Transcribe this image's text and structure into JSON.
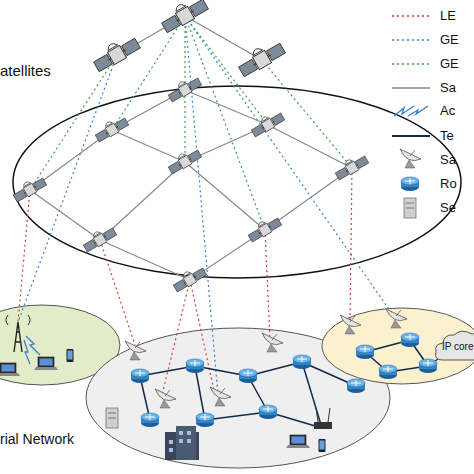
{
  "diagram": {
    "nodes": [
      {
        "text": [
          "IP core"
        ]
      }
    ],
    "labels": [
      "atellites",
      "rial Network"
    ],
    "legend": [
      {
        "text": "LE"
      },
      {
        "text": "GE"
      },
      {
        "text": "GE"
      },
      {
        "text": "Sa"
      },
      {
        "text": "Ac"
      },
      {
        "text": "Te"
      },
      {
        "text": "Sa"
      },
      {
        "text": "Ro"
      },
      {
        "text": "Se"
      }
    ]
  }
}
